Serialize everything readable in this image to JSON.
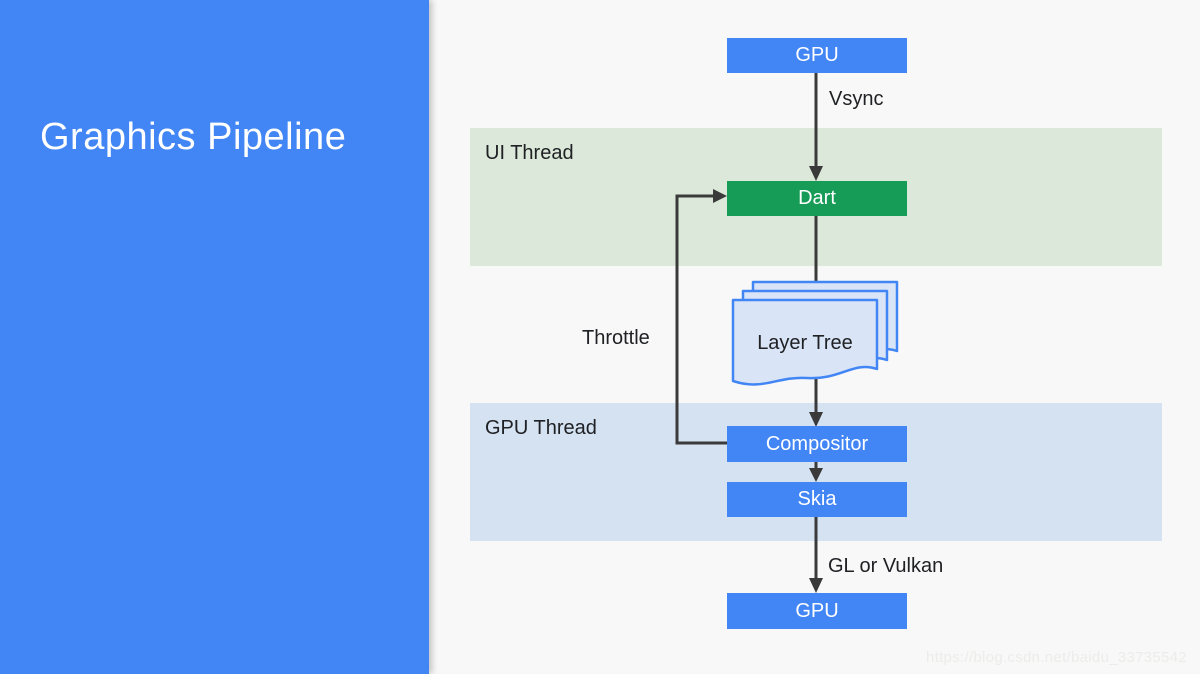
{
  "sidebar": {
    "title": "Graphics Pipeline"
  },
  "diagram": {
    "bands": {
      "ui_thread": "UI Thread",
      "gpu_thread": "GPU Thread"
    },
    "nodes": {
      "gpu_top": "GPU",
      "dart": "Dart",
      "layer_tree": "Layer Tree",
      "compositor": "Compositor",
      "skia": "Skia",
      "gpu_bottom": "GPU"
    },
    "edge_labels": {
      "vsync": "Vsync",
      "throttle": "Throttle",
      "gl_or_vulkan": "GL or Vulkan"
    }
  },
  "watermark": "https://blog.csdn.net/baidu_33735542",
  "colors": {
    "page_bg": "#F8F8F8",
    "brand_blue": "#4285F4",
    "dart_green": "#169C56",
    "band_green": "#DCE9DA",
    "band_blue": "#D4E2F2",
    "doc_fill": "#D9E5F7",
    "doc_stroke": "#4285F4",
    "arrow": "#3A3A3A",
    "label_text": "#202124",
    "node_text": "#FFFFFF",
    "watermark_text": "#ECECEA"
  }
}
